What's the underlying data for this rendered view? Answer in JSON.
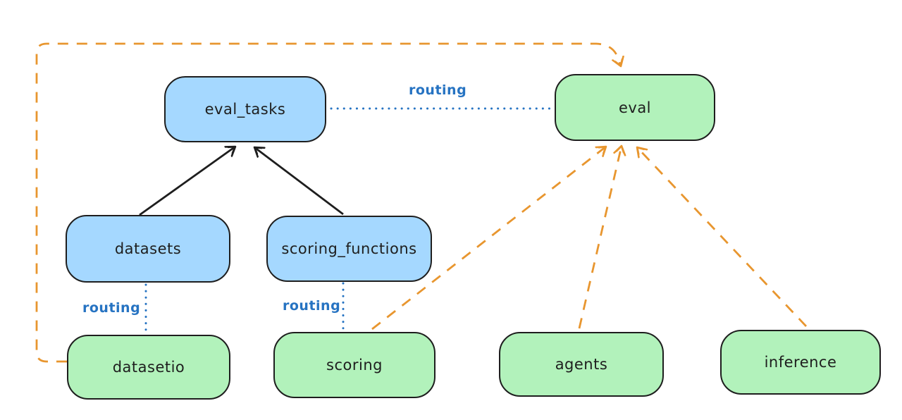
{
  "diagram": {
    "nodes": [
      {
        "id": "eval_tasks",
        "label": "eval_tasks",
        "color": "blue"
      },
      {
        "id": "eval",
        "label": "eval",
        "color": "green"
      },
      {
        "id": "datasets",
        "label": "datasets",
        "color": "blue"
      },
      {
        "id": "scoring_functions",
        "label": "scoring_functions",
        "color": "blue"
      },
      {
        "id": "datasetio",
        "label": "datasetio",
        "color": "green"
      },
      {
        "id": "scoring",
        "label": "scoring",
        "color": "green"
      },
      {
        "id": "agents",
        "label": "agents",
        "color": "green"
      },
      {
        "id": "inference",
        "label": "inference",
        "color": "green"
      }
    ],
    "edge_labels": [
      {
        "id": "routing-eval_tasks-eval",
        "label": "routing"
      },
      {
        "id": "routing-datasets-datasetio",
        "label": "routing"
      },
      {
        "id": "routing-scoring_functions-scoring",
        "label": "routing"
      }
    ],
    "edges": [
      {
        "from": "datasets",
        "to": "eval_tasks",
        "style": "solid-black-arrow"
      },
      {
        "from": "scoring_functions",
        "to": "eval_tasks",
        "style": "solid-black-arrow"
      },
      {
        "from": "eval_tasks",
        "to": "eval",
        "style": "dotted-blue",
        "label": "routing"
      },
      {
        "from": "datasets",
        "to": "datasetio",
        "style": "dotted-blue",
        "label": "routing"
      },
      {
        "from": "scoring_functions",
        "to": "scoring",
        "style": "dotted-blue",
        "label": "routing"
      },
      {
        "from": "datasetio",
        "to": "eval",
        "style": "dashed-orange-arrow"
      },
      {
        "from": "scoring",
        "to": "eval",
        "style": "dashed-orange-arrow"
      },
      {
        "from": "agents",
        "to": "eval",
        "style": "dashed-orange-arrow"
      },
      {
        "from": "inference",
        "to": "eval",
        "style": "dashed-orange-arrow"
      }
    ],
    "colors": {
      "blue_node_fill": "#a5d8ff",
      "green_node_fill": "#b2f2bb",
      "node_stroke": "#1e1e1e",
      "routing_blue": "#2673c2",
      "orange_dashed": "#e8962f",
      "solid_arrow_black": "#1e1e1e",
      "background": "#ffffff"
    }
  }
}
